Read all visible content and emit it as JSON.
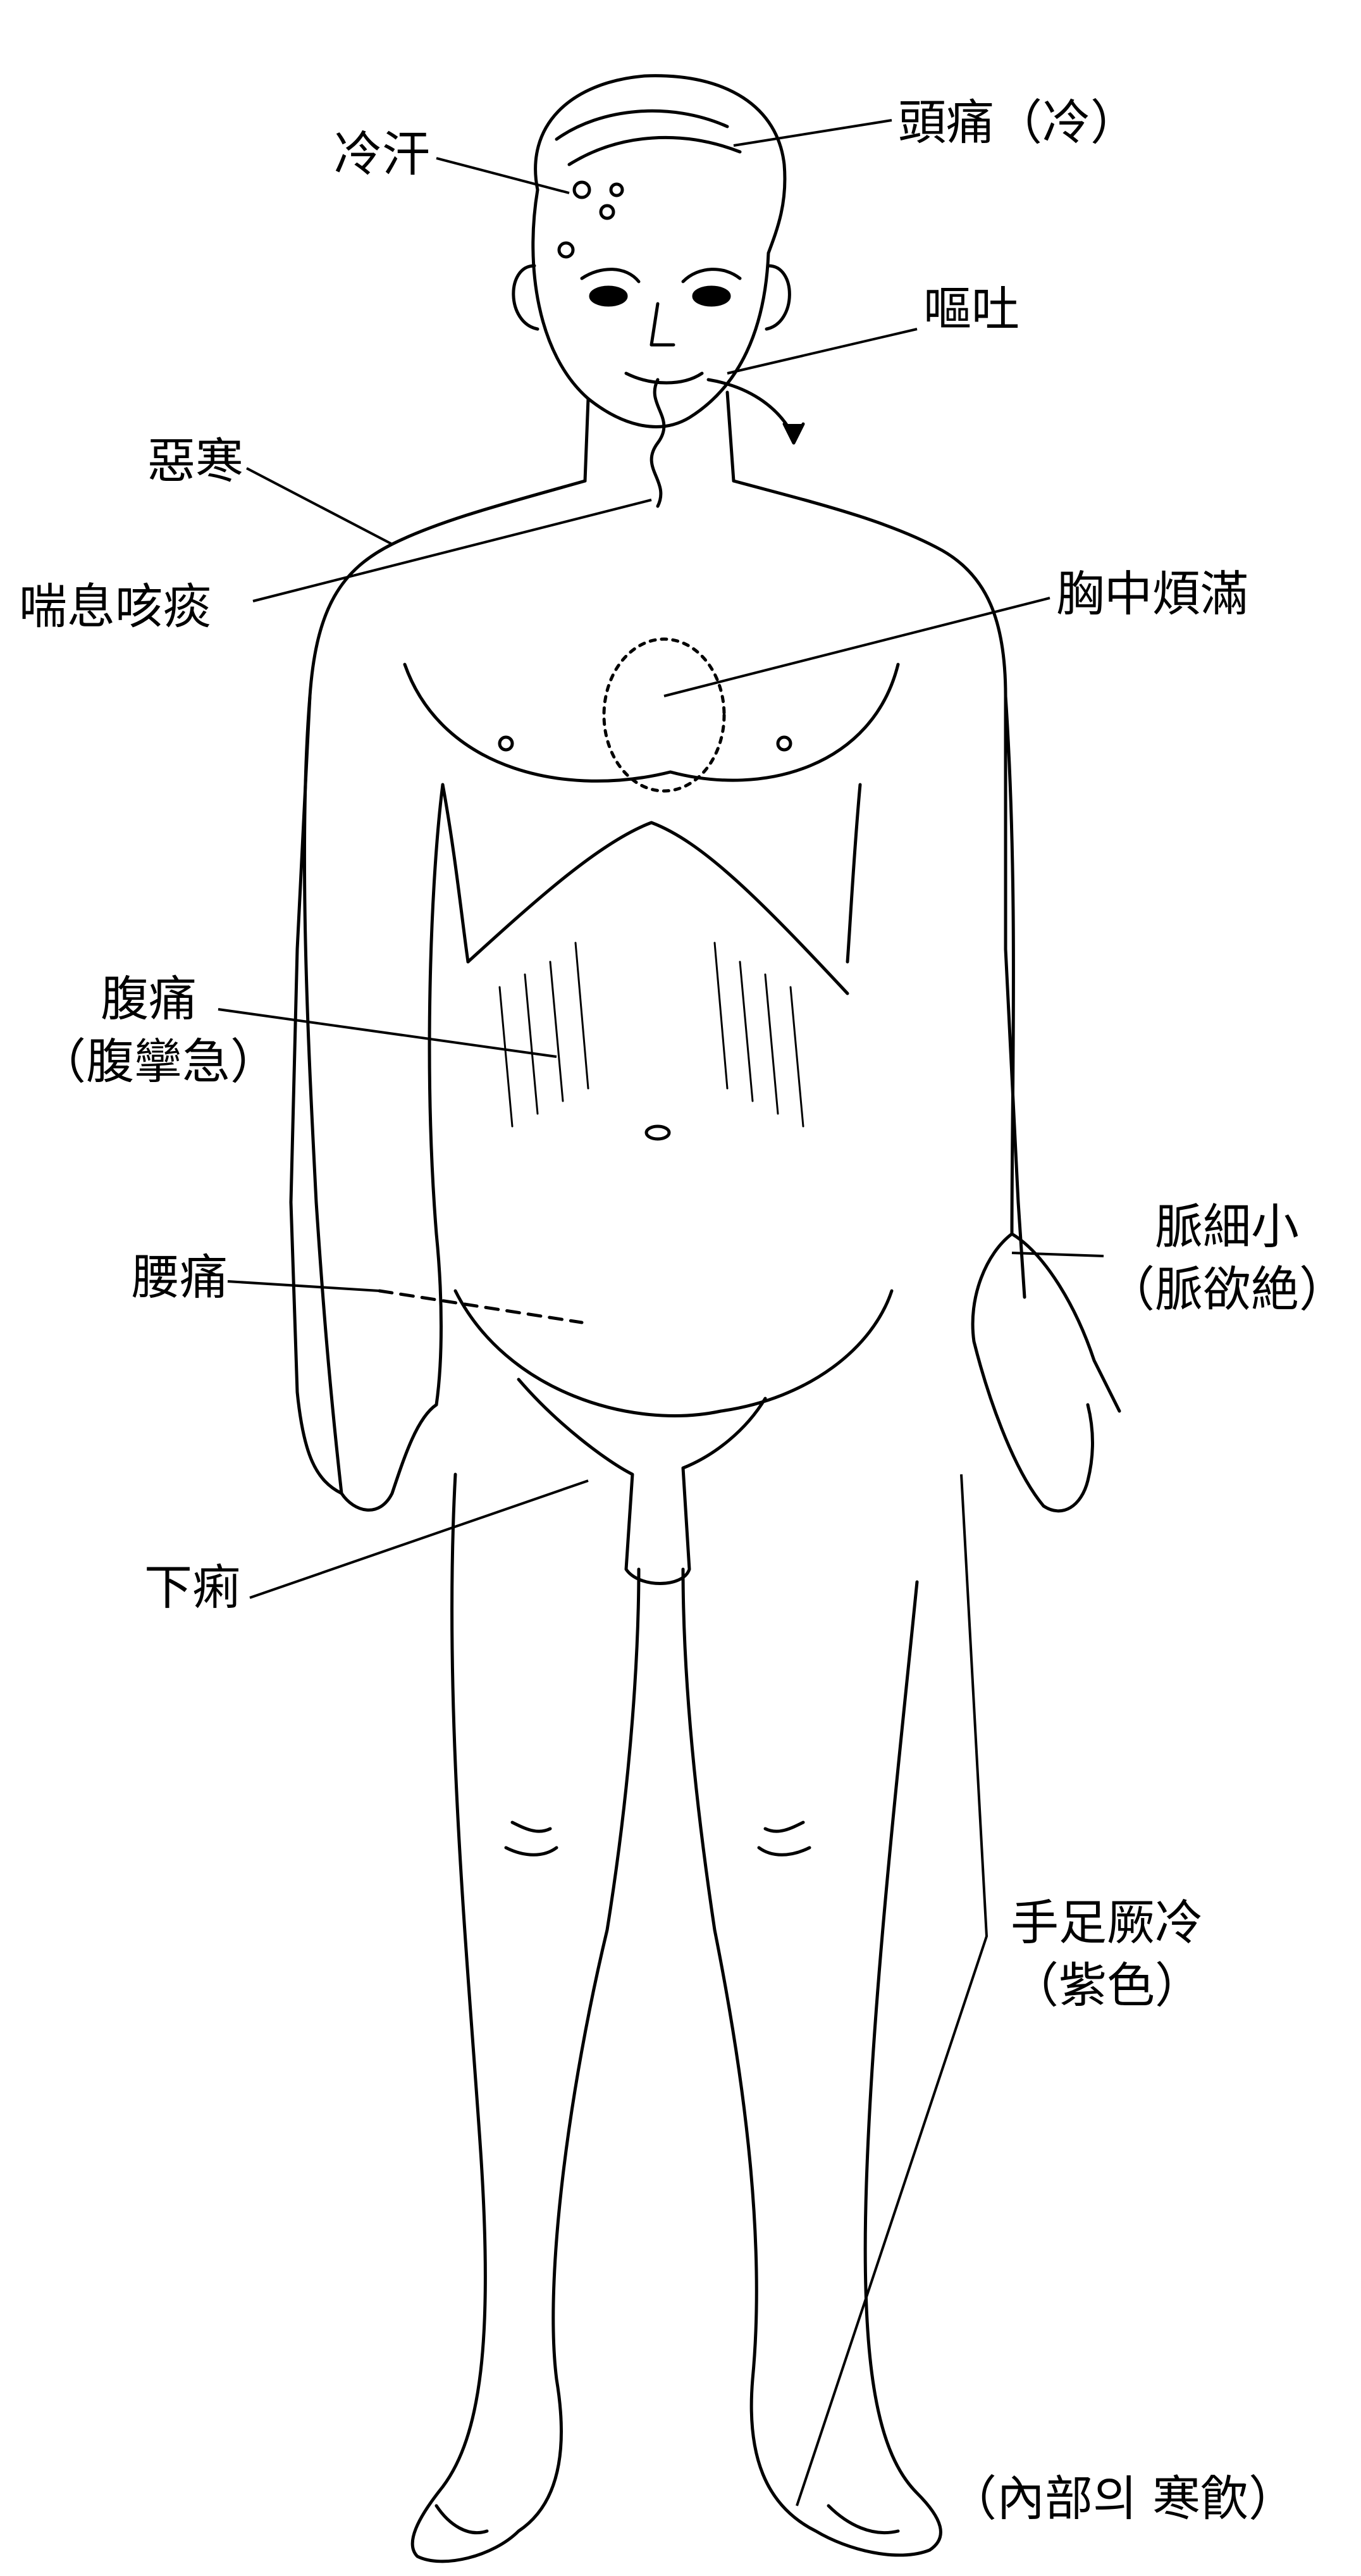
{
  "labels": {
    "headache": "頭痛（冷）",
    "cold_sweat": "冷汗",
    "vomiting": "嘔吐",
    "aversion_cold": "惡寒",
    "wheezing": "喘息咳痰",
    "chest_fullness": "胸中煩滿",
    "abdominal_pain_line1": "腹痛",
    "abdominal_pain_line2": "（腹攣急）",
    "back_pain": "腰痛",
    "pulse_line1": "脈細小",
    "pulse_line2": "（脈欲絶）",
    "diarrhea": "下痢",
    "cold_limbs_line1": "手足厥冷",
    "cold_limbs_line2": "（紫色）",
    "caption": "（內部의 寒飮）"
  }
}
